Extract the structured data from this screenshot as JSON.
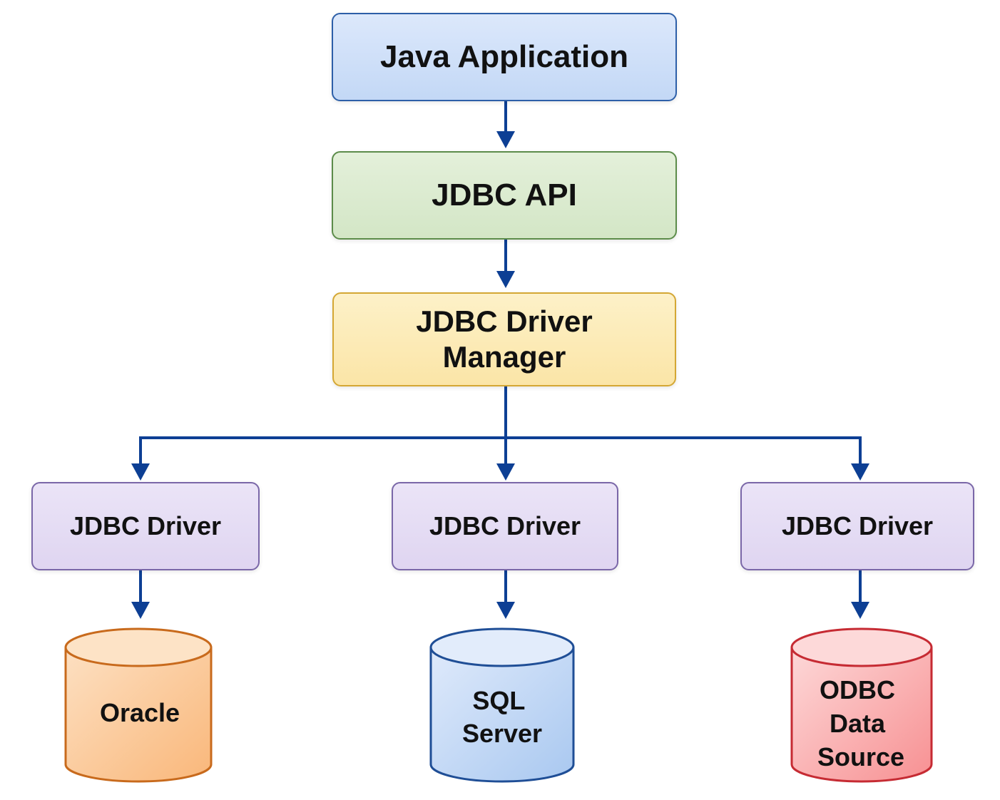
{
  "nodes": {
    "java_application": "Java Application",
    "jdbc_api": "JDBC API",
    "driver_manager": "JDBC Driver\nManager",
    "drivers": [
      "JDBC Driver",
      "JDBC Driver",
      "JDBC Driver"
    ],
    "databases": [
      {
        "name": "Oracle",
        "lines": [
          "Oracle"
        ]
      },
      {
        "name": "SQL Server",
        "lines": [
          "SQL",
          "Server"
        ]
      },
      {
        "name": "ODBC Data Source",
        "lines": [
          "ODBC",
          "Data",
          "Source"
        ]
      }
    ]
  },
  "edges": [
    {
      "from": "Java Application",
      "to": "JDBC API"
    },
    {
      "from": "JDBC API",
      "to": "JDBC Driver Manager"
    },
    {
      "from": "JDBC Driver Manager",
      "to": "JDBC Driver (Oracle)"
    },
    {
      "from": "JDBC Driver Manager",
      "to": "JDBC Driver (SQL Server)"
    },
    {
      "from": "JDBC Driver Manager",
      "to": "JDBC Driver (ODBC Data Source)"
    },
    {
      "from": "JDBC Driver (Oracle)",
      "to": "Oracle"
    },
    {
      "from": "JDBC Driver (SQL Server)",
      "to": "SQL Server"
    },
    {
      "from": "JDBC Driver (ODBC Data Source)",
      "to": "ODBC Data Source"
    }
  ],
  "colors": {
    "arrow": "#0d3f94",
    "java_fill": "#c9dcf7",
    "api_fill": "#d9eacd",
    "manager_fill": "#fcebb5",
    "driver_fill": "#e4dcf4",
    "oracle_fill": "#fbc690",
    "sqlserver_fill": "#bcd4f3",
    "odbc_fill": "#f9a9aa"
  }
}
